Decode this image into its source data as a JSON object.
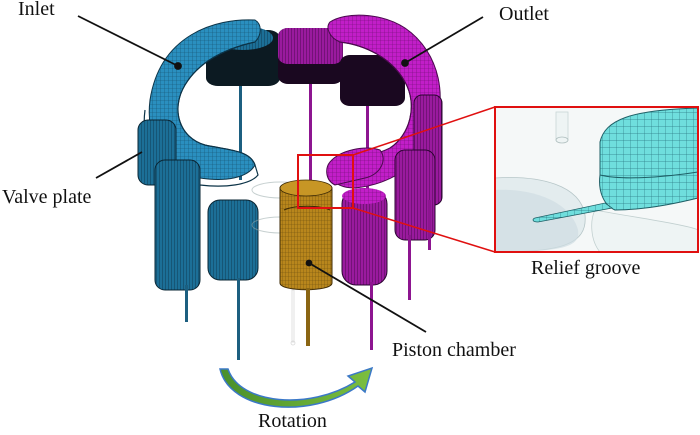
{
  "labels": {
    "inlet": "Inlet",
    "outlet": "Outlet",
    "valve_plate": "Valve plate",
    "relief_groove": "Relief groove",
    "piston_chamber": "Piston chamber",
    "rotation": "Rotation"
  },
  "colors": {
    "inlet": "#2a8fbf",
    "inlet_dark": "#14506e",
    "outlet": "#c21ec8",
    "outlet_dark": "#6d0f70",
    "piston": "#b8861c",
    "piston_dark": "#6b4d0e",
    "groove_mesh": "#5fd6d6",
    "zoom_frame": "#e01010",
    "arrow_fill": "#5a9e2e",
    "arrow_edge": "#3b78c8"
  }
}
